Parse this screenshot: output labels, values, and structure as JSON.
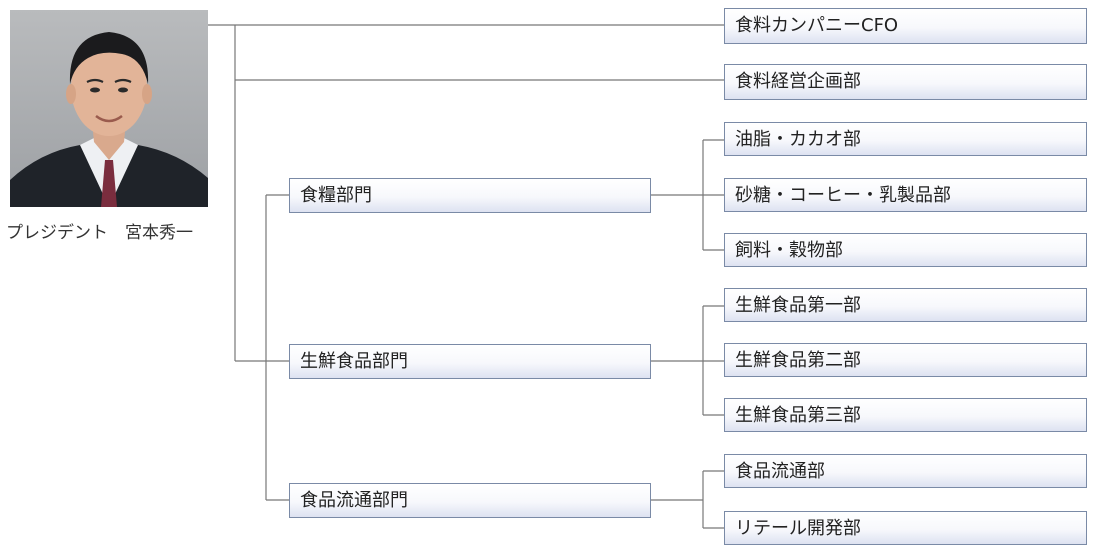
{
  "president": {
    "caption": "プレジデント　宮本秀一"
  },
  "top_units": [
    "食料カンパニーCFO",
    "食料経営企画部"
  ],
  "divisions": [
    {
      "name": "食糧部門",
      "departments": [
        "油脂・カカオ部",
        "砂糖・コーヒー・乳製品部",
        "飼料・穀物部"
      ]
    },
    {
      "name": "生鮮食品部門",
      "departments": [
        "生鮮食品第一部",
        "生鮮食品第二部",
        "生鮮食品第三部"
      ]
    },
    {
      "name": "食品流通部門",
      "departments": [
        "食品流通部",
        "リテール開発部"
      ]
    }
  ]
}
